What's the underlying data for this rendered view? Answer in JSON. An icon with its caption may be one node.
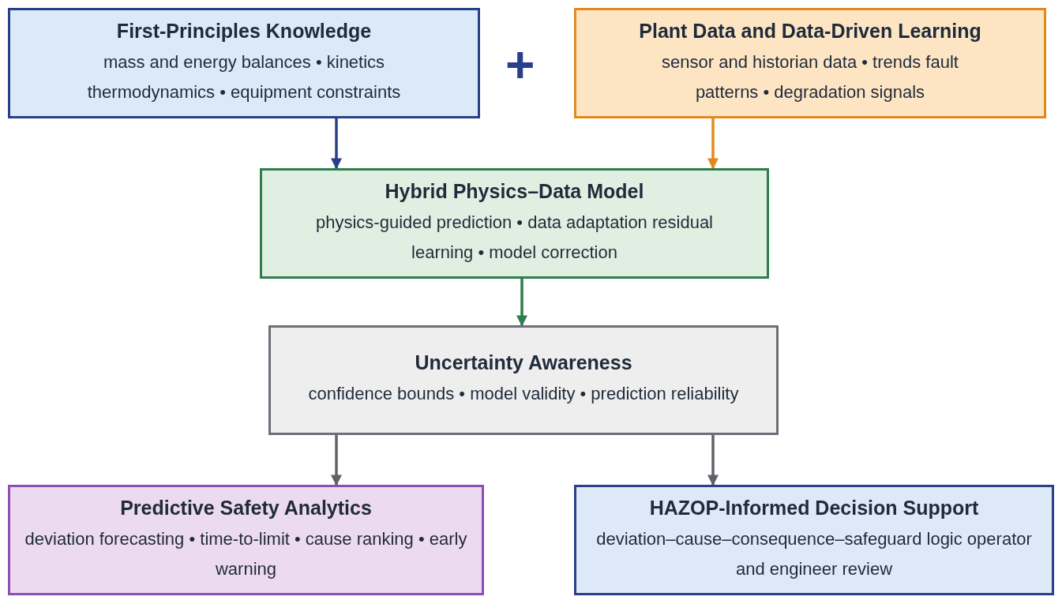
{
  "diagram": {
    "nodes": [
      {
        "text": [
          "First-Principles Knowledge",
          "mass and energy balances • kinetics thermodynamics • equipment constraints"
        ]
      },
      {
        "text": [
          "Plant Data and Data-Driven Learning",
          "sensor and historian data • trends fault patterns • degradation signals"
        ]
      },
      {
        "text": [
          "Hybrid Physics–Data Model",
          "physics-guided prediction • data adaptation residual learning • model correction"
        ]
      },
      {
        "text": [
          "Uncertainty Awareness",
          "confidence bounds • model validity • prediction reliability"
        ]
      },
      {
        "text": [
          "Predictive Safety Analytics",
          "deviation forecasting • time-to-limit • cause ranking • early warning"
        ]
      },
      {
        "text": [
          "HAZOP-Informed Decision Support",
          "deviation–cause–consequence–safeguard logic operator and engineer review"
        ]
      }
    ],
    "edges": [
      {
        "from": 0,
        "to": 2,
        "arrow": "to",
        "color": "#2a3f8a"
      },
      {
        "from": 1,
        "to": 2,
        "arrow": "to",
        "color": "#e08a1e"
      },
      {
        "from": 2,
        "to": 3,
        "arrow": "to",
        "color": "#2e7d4a"
      },
      {
        "from": 3,
        "to": 4,
        "arrow": "to"
      },
      {
        "from": 3,
        "to": 5,
        "arrow": "to"
      }
    ],
    "labels": [
      "+"
    ]
  }
}
